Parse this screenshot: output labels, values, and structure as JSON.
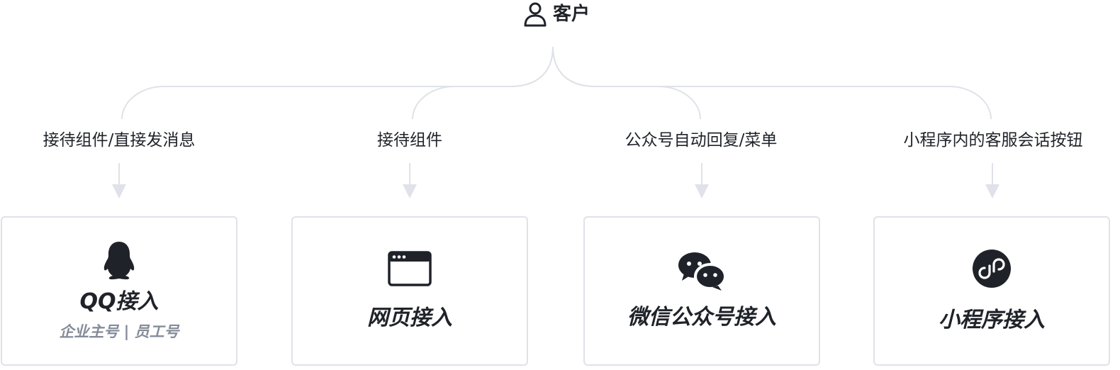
{
  "root": {
    "label": "客户",
    "icon": "user-icon"
  },
  "channels": [
    {
      "edge_label": "接待组件/直接发消息",
      "title": "QQ接入",
      "subtitle": "企业主号 | 员工号",
      "icon": "qq-penguin-icon"
    },
    {
      "edge_label": "接待组件",
      "title": "网页接入",
      "subtitle": "",
      "icon": "browser-window-icon"
    },
    {
      "edge_label": "公众号自动回复/菜单",
      "title": "微信公众号接入",
      "subtitle": "",
      "icon": "wechat-icon"
    },
    {
      "edge_label": "小程序内的客服会话按钮",
      "title": "小程序接入",
      "subtitle": "",
      "icon": "mini-program-icon"
    }
  ],
  "colors": {
    "text": "#1f2329",
    "muted": "#858b99",
    "line": "#dfe2e8",
    "icon": "#1f2329"
  }
}
